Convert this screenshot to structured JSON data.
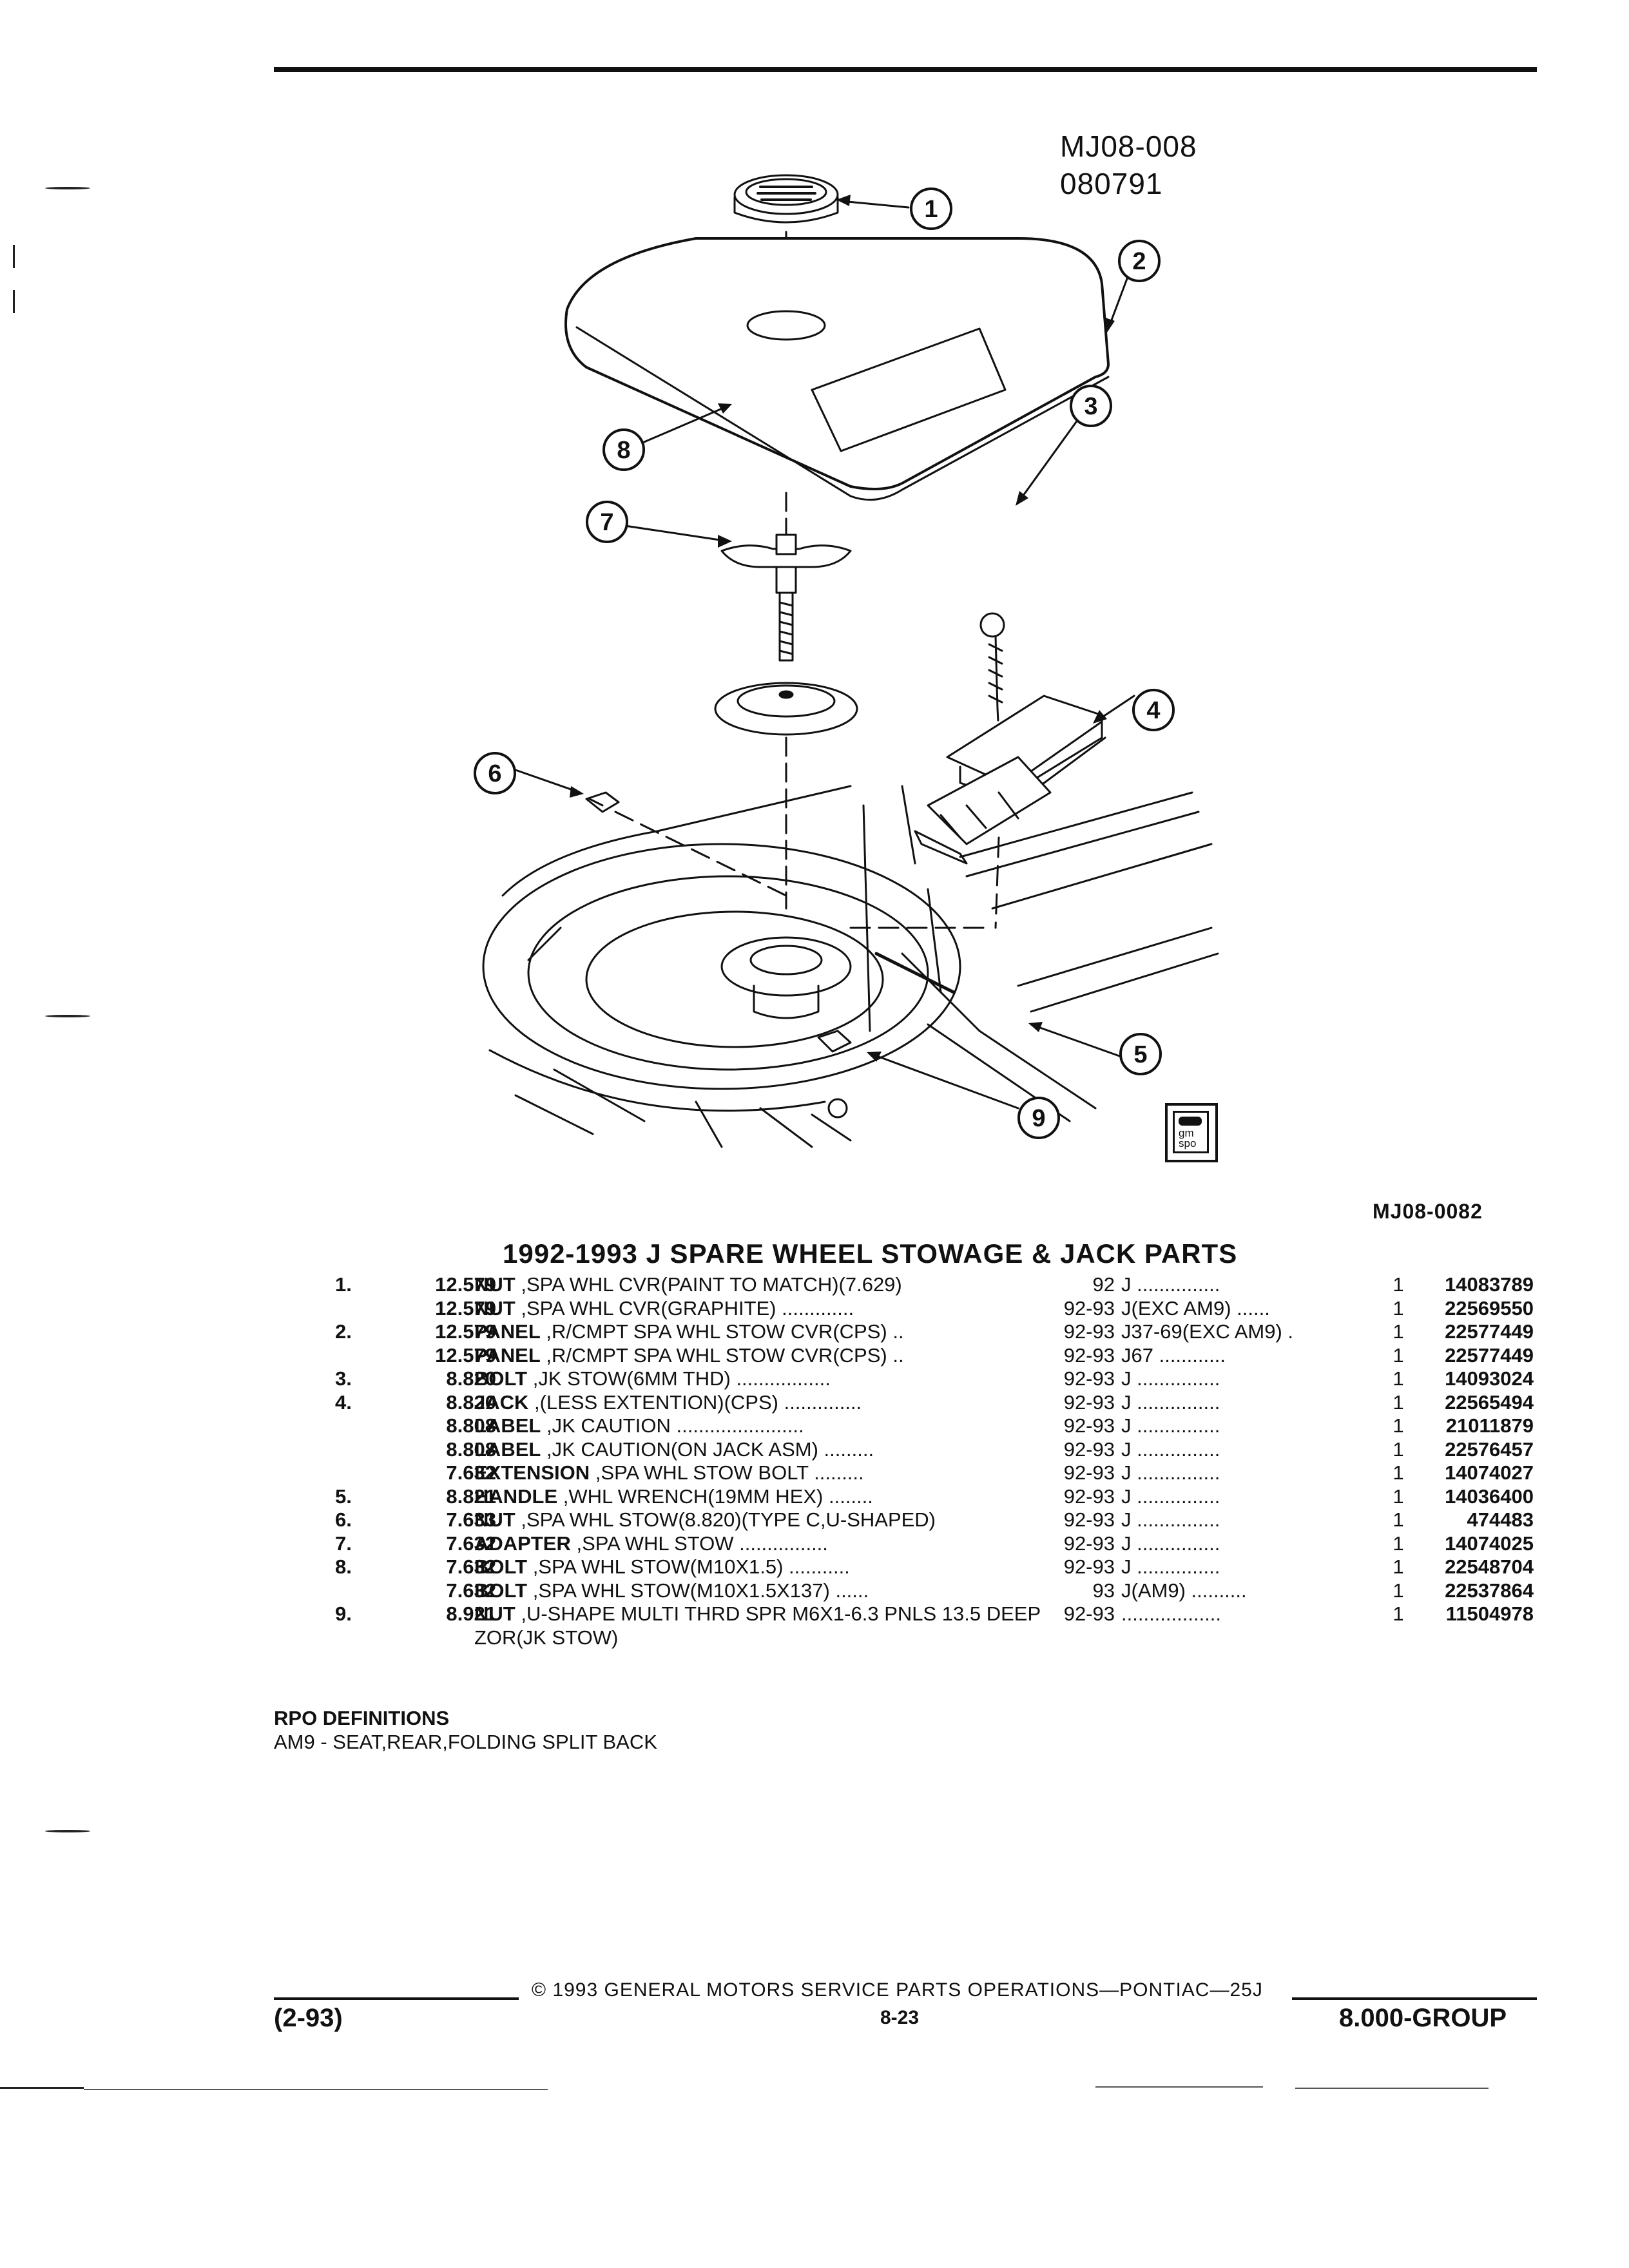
{
  "diagram": {
    "id_line1": "MJ08-008",
    "id_line2": "080791",
    "figure_code": "MJ08-0082",
    "callouts": [
      "1",
      "2",
      "3",
      "4",
      "5",
      "6",
      "7",
      "8",
      "9"
    ],
    "badge_text_1": "gm",
    "badge_text_2": "spo"
  },
  "section_title": "1992-1993 J SPARE WHEEL STOWAGE & JACK PARTS",
  "parts": [
    {
      "idx": "1.",
      "page": "12.579",
      "name": "NUT",
      "desc": ",SPA WHL CVR(PAINT TO MATCH)(7.629)",
      "years": "92",
      "model": "J ...............",
      "qty": "1",
      "part_no": "14083789"
    },
    {
      "idx": "",
      "page": "12.579",
      "name": "NUT",
      "desc": ",SPA WHL CVR(GRAPHITE) .............",
      "years": "92-93",
      "model": "J(EXC AM9) ......",
      "qty": "1",
      "part_no": "22569550"
    },
    {
      "idx": "2.",
      "page": "12.579",
      "name": "PANEL",
      "desc": ",R/CMPT SPA WHL STOW CVR(CPS) ..",
      "years": "92-93",
      "model": "J37-69(EXC AM9) .",
      "qty": "1",
      "part_no": "22577449"
    },
    {
      "idx": "",
      "page": "12.579",
      "name": "PANEL",
      "desc": ",R/CMPT SPA WHL STOW CVR(CPS) ..",
      "years": "92-93",
      "model": "J67 ............",
      "qty": "1",
      "part_no": "22577449"
    },
    {
      "idx": "3.",
      "page": "8.820",
      "name": "BOLT",
      "desc": ",JK STOW(6MM THD) .................",
      "years": "92-93",
      "model": "J ...............",
      "qty": "1",
      "part_no": "14093024"
    },
    {
      "idx": "4.",
      "page": "8.820",
      "name": "JACK",
      "desc": ",(LESS EXTENTION)(CPS) ..............",
      "years": "92-93",
      "model": "J ...............",
      "qty": "1",
      "part_no": "22565494"
    },
    {
      "idx": "",
      "page": "8.808",
      "name": "LABEL",
      "desc": ",JK CAUTION .......................",
      "years": "92-93",
      "model": "J ...............",
      "qty": "1",
      "part_no": "21011879"
    },
    {
      "idx": "",
      "page": "8.808",
      "name": "LABEL",
      "desc": ",JK CAUTION(ON JACK ASM) .........",
      "years": "92-93",
      "model": "J ...............",
      "qty": "1",
      "part_no": "22576457"
    },
    {
      "idx": "",
      "page": "7.632",
      "name": "EXTENSION",
      "desc": ",SPA WHL STOW BOLT .........",
      "years": "92-93",
      "model": "J ...............",
      "qty": "1",
      "part_no": "14074027"
    },
    {
      "idx": "5.",
      "page": "8.821",
      "name": "HANDLE",
      "desc": ",WHL WRENCH(19MM HEX) ........",
      "years": "92-93",
      "model": "J ...............",
      "qty": "1",
      "part_no": "14036400"
    },
    {
      "idx": "6.",
      "page": "7.633",
      "name": "NUT",
      "desc": ",SPA WHL STOW(8.820)(TYPE C,U-SHAPED)",
      "years": "92-93",
      "model": "J ...............",
      "qty": "1",
      "part_no": "474483"
    },
    {
      "idx": "7.",
      "page": "7.632",
      "name": "ADAPTER",
      "desc": ",SPA WHL STOW ................",
      "years": "92-93",
      "model": "J ...............",
      "qty": "1",
      "part_no": "14074025"
    },
    {
      "idx": "8.",
      "page": "7.632",
      "name": "BOLT",
      "desc": ",SPA WHL STOW(M10X1.5) ...........",
      "years": "92-93",
      "model": "J ...............",
      "qty": "1",
      "part_no": "22548704"
    },
    {
      "idx": "",
      "page": "7.632",
      "name": "BOLT",
      "desc": ",SPA WHL STOW(M10X1.5X137) ......",
      "years": "93",
      "model": "J(AM9) ..........",
      "qty": "1",
      "part_no": "22537864"
    },
    {
      "idx": "9.",
      "page": "8.921",
      "name": "NUT",
      "desc": ",U-SHAPE MULTI THRD SPR M6X1-6.3 PNLS 13.5 DEEP ZOR(JK STOW)",
      "years": "92-93",
      "model": "..................",
      "qty": "1",
      "part_no": "11504978"
    }
  ],
  "rpo": {
    "heading": "RPO DEFINITIONS",
    "line": "AM9 - SEAT,REAR,FOLDING SPLIT BACK"
  },
  "footer": {
    "copyright": "© 1993 GENERAL MOTORS SERVICE PARTS OPERATIONS—PONTIAC—25J",
    "page_number": "8-23",
    "date_code": "(2-93)",
    "group": "8.000-GROUP"
  }
}
